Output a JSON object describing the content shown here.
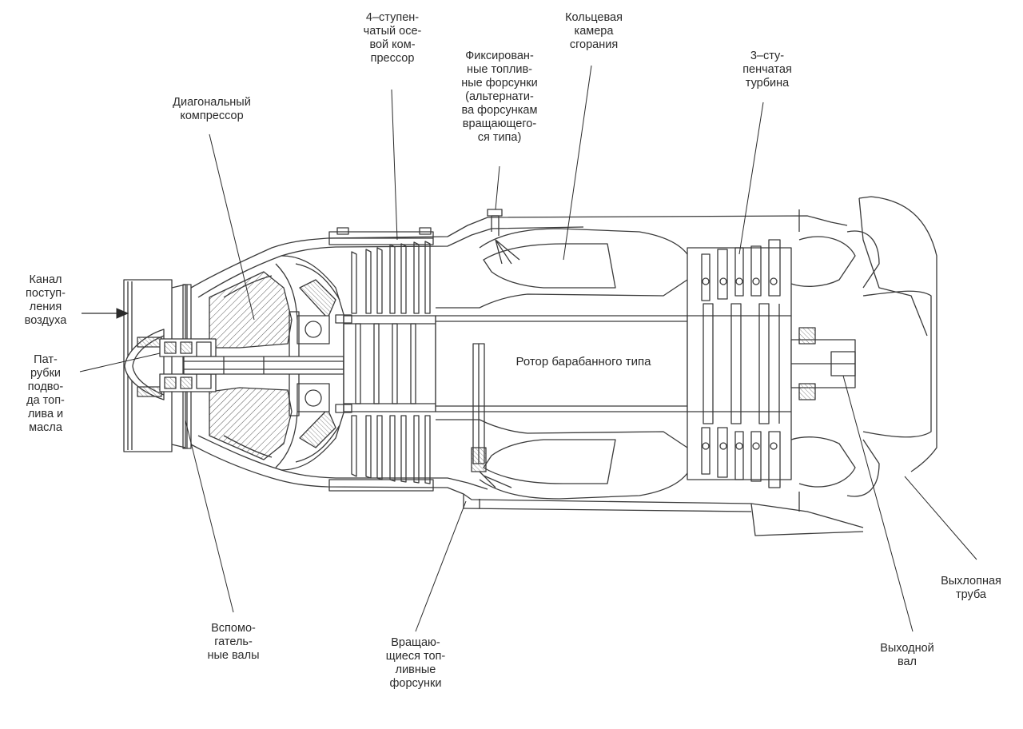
{
  "labels": {
    "compressor_4stage": "4–ступен-\nчатый осе-\nвой ком-\nпрессор",
    "combustion_chamber": "Кольцевая\nкамера\nсгорания",
    "fixed_nozzles": "Фиксирован-\nные топлив-\nные форсунки\n(альтернати-\nва форсункам\nвращающего-\nся типа)",
    "turbine_3stage": "3–сту-\nпенчатая\nтурбина",
    "diagonal_compressor": "Диагональный\nкомпрессор",
    "air_inlet": "Канал\nпоступ-\nления\nвоздуха",
    "fuel_oil_pipes": "Пат-\nрубки\nподво-\nда топ-\nлива и\nмасла",
    "drum_rotor": "Ротор барабанного типа",
    "auxiliary_shafts": "Вспомо-\nгатель-\nные валы",
    "rotating_nozzles": "Вращаю-\nщиеся топ-\nливные\nфорсунки",
    "output_shaft": "Выходной\nвал",
    "exhaust_pipe": "Выхлопная\nтруба"
  },
  "colors": {
    "ink": "#3a3a3a",
    "hatch": "#5a5a5a",
    "text": "#2a2a2a"
  }
}
